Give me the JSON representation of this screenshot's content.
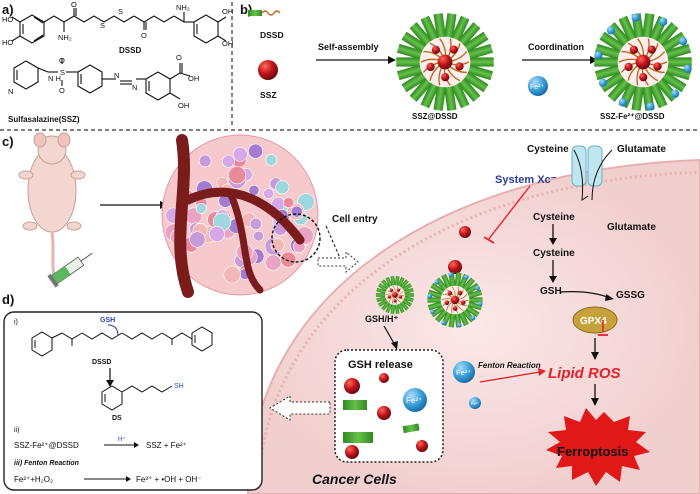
{
  "panel_a": {
    "letter": "a)",
    "dssd_label": "DSSD",
    "ssz_label": "Sulfasalazine(SSZ)",
    "nh2": "NH₂",
    "o": "O",
    "s": "S",
    "ho": "HO",
    "oh": "OH",
    "n": "N",
    "nh": "N H"
  },
  "panel_b": {
    "letter": "b)",
    "dssd": "DSSD",
    "ssz": "SSZ",
    "self_assembly": "Self-assembly",
    "coordination": "Coordination",
    "fe_ion": "Fe²⁺",
    "ssz_dssd": "SSZ@DSSD",
    "ssz_fe_dssd": "SSZ-Fe²⁺@DSSD"
  },
  "panel_c": {
    "letter": "c)",
    "cell_entry": "Cell entry",
    "system_xc": "System Xc⁻",
    "cysteine_top": "Cysteine",
    "glutamate_top": "Glutamate",
    "cysteine_mid": "Cysteine",
    "glutamate_mid": "Glutamate",
    "cysteine_low": "Cysteine",
    "gsh": "GSH",
    "gssg": "GSSG",
    "gpx4": "GPX4",
    "gsh_h": "GSH/H⁺",
    "gsh_release": "GSH release",
    "fe2_a": "Fe²⁺",
    "fe2_b": "Fe²⁺",
    "fe3": "Fe³⁺",
    "fenton": "Fenton Reaction",
    "lipid_ros": "Lipid ROS",
    "ferroptosis": "Ferroptosis",
    "cancer_cells": "Cancer Cells"
  },
  "panel_d": {
    "letter": "d)",
    "i": "i)",
    "ii": "ii)",
    "iii": "iii) Fenton Reaction",
    "gsh": "GSH",
    "dssd": "DSSD",
    "ds": "DS",
    "sh": "SH",
    "reaction_ii_left": "SSZ-Fe²⁺@DSSD",
    "reaction_ii_cat": "H⁺",
    "reaction_ii_right": "SSZ + Fe²⁺",
    "reaction_iii_left": "Fe²⁺+H₂O₂",
    "reaction_iii_right": "Fe³⁺ + •OH + OH⁻"
  },
  "colors": {
    "rod_green": "#4caf3a",
    "ssz_red": "#b0121b",
    "fe_blue": "#3a9fd8",
    "cell_pink": "#f7d9d9",
    "vessel": "#7a1c1c",
    "system_xc": "#2b3f9e",
    "lipid_ros": "#e8202a",
    "gpx4": "#c7a23a",
    "burst": "#e01818"
  }
}
